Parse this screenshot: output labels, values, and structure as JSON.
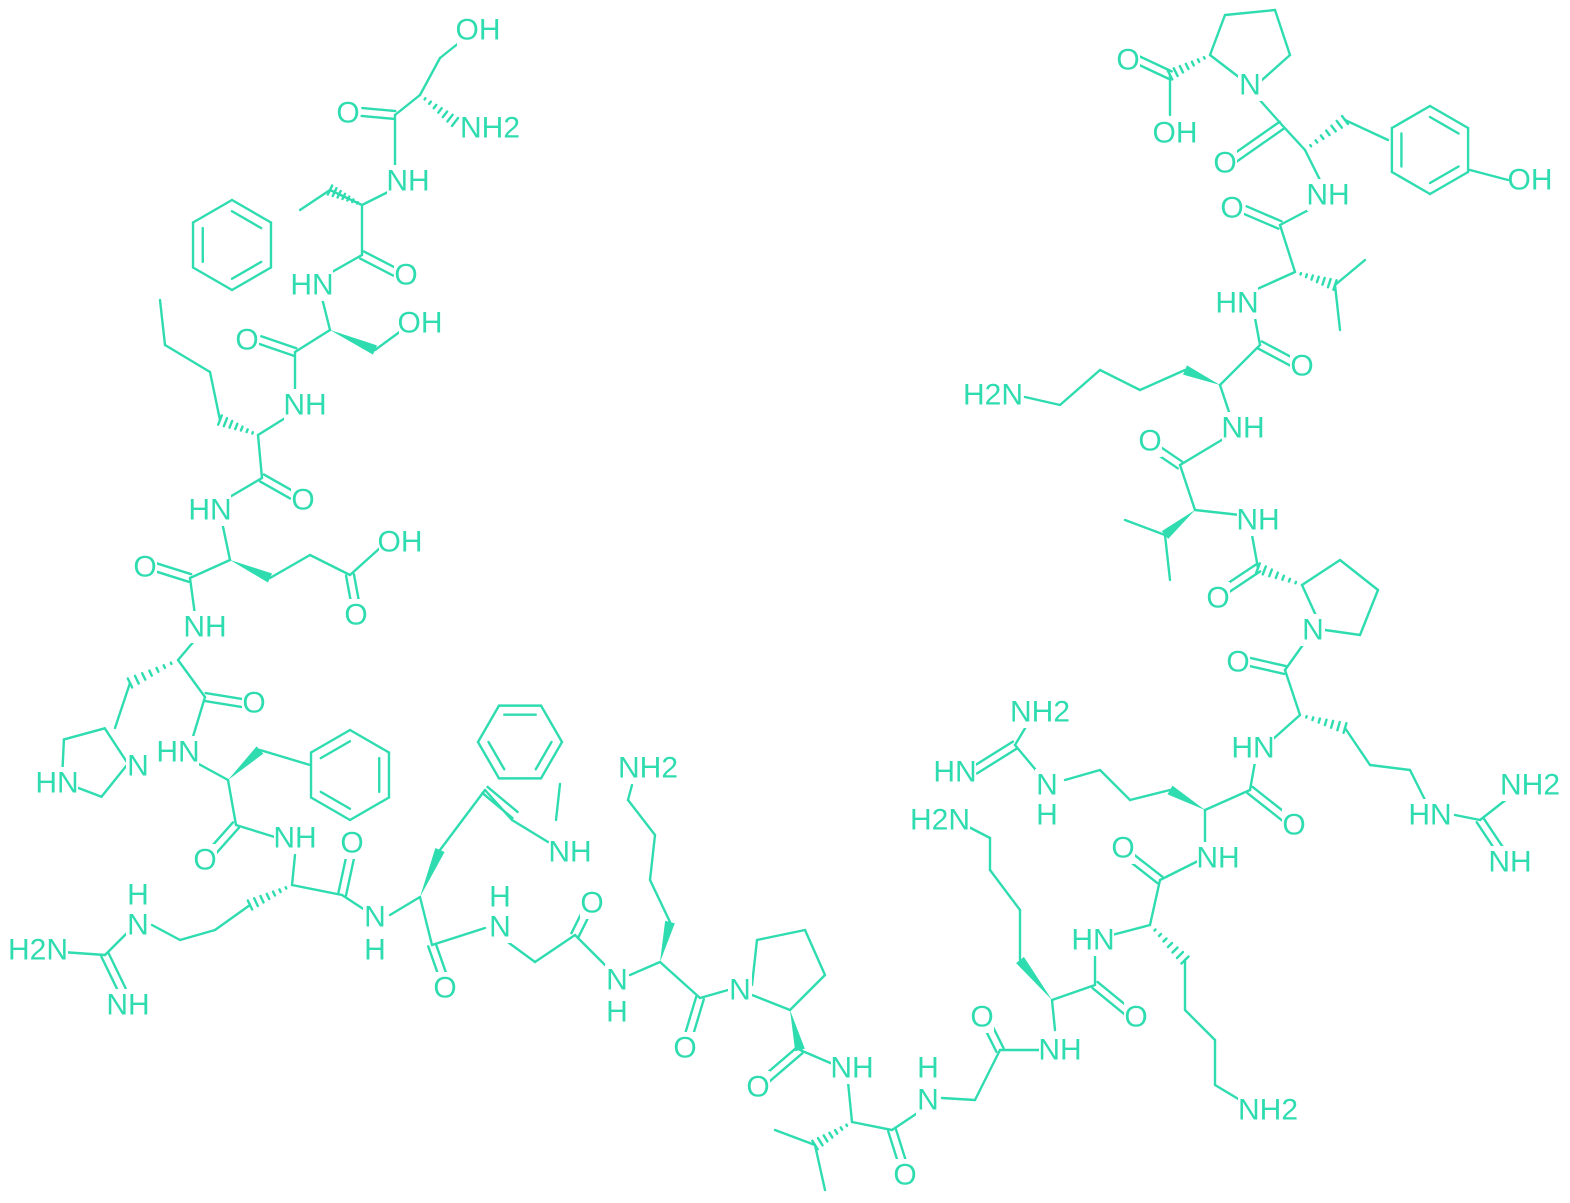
{
  "diagram": {
    "type": "chemical-structure",
    "color": "#2fdcb0",
    "atom_labels": [
      "OH",
      "O",
      "NH2",
      "NH",
      "HN",
      "O",
      "OH",
      "O",
      "NH",
      "HN",
      "O",
      "OH",
      "O",
      "O",
      "NH",
      "O",
      "HN",
      "N",
      "HN",
      "NH",
      "O",
      "O",
      "H",
      "N",
      "H2N",
      "NH",
      "N",
      "H",
      "H",
      "N",
      "O",
      "NH",
      "NH2",
      "O",
      "N",
      "H",
      "N",
      "O",
      "O",
      "NH",
      "H",
      "N",
      "O",
      "O",
      "NH",
      "O",
      "H2N",
      "HN",
      "NH2",
      "O",
      "NH",
      "O",
      "HN",
      "NH2",
      "HN",
      "N",
      "H",
      "HN",
      "NH2",
      "NH",
      "O",
      "N",
      "O",
      "NH",
      "O",
      "NH",
      "O",
      "H2N",
      "HN",
      "O",
      "NH",
      "O",
      "N",
      "O",
      "OH",
      "OH"
    ]
  }
}
